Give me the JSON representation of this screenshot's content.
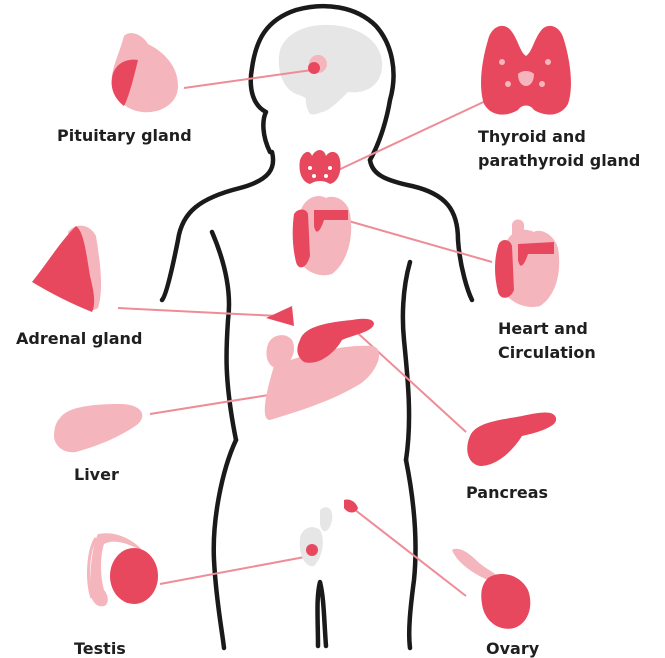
{
  "colors": {
    "dark": "#e8485e",
    "light": "#f5b5bc",
    "grey": "#e6e6e6",
    "outline": "#1a1a1a",
    "line": "#ee8c98",
    "text": "#1f1f1f"
  },
  "labels": {
    "pituitary": "Pituitary gland",
    "thyroid_1": "Thyroid and",
    "thyroid_2": "parathyroid gland",
    "adrenal": "Adrenal gland",
    "heart_1": "Heart and",
    "heart_2": "Circulation",
    "liver": "Liver",
    "pancreas": "Pancreas",
    "testis": "Testis",
    "ovary": "Ovary"
  }
}
